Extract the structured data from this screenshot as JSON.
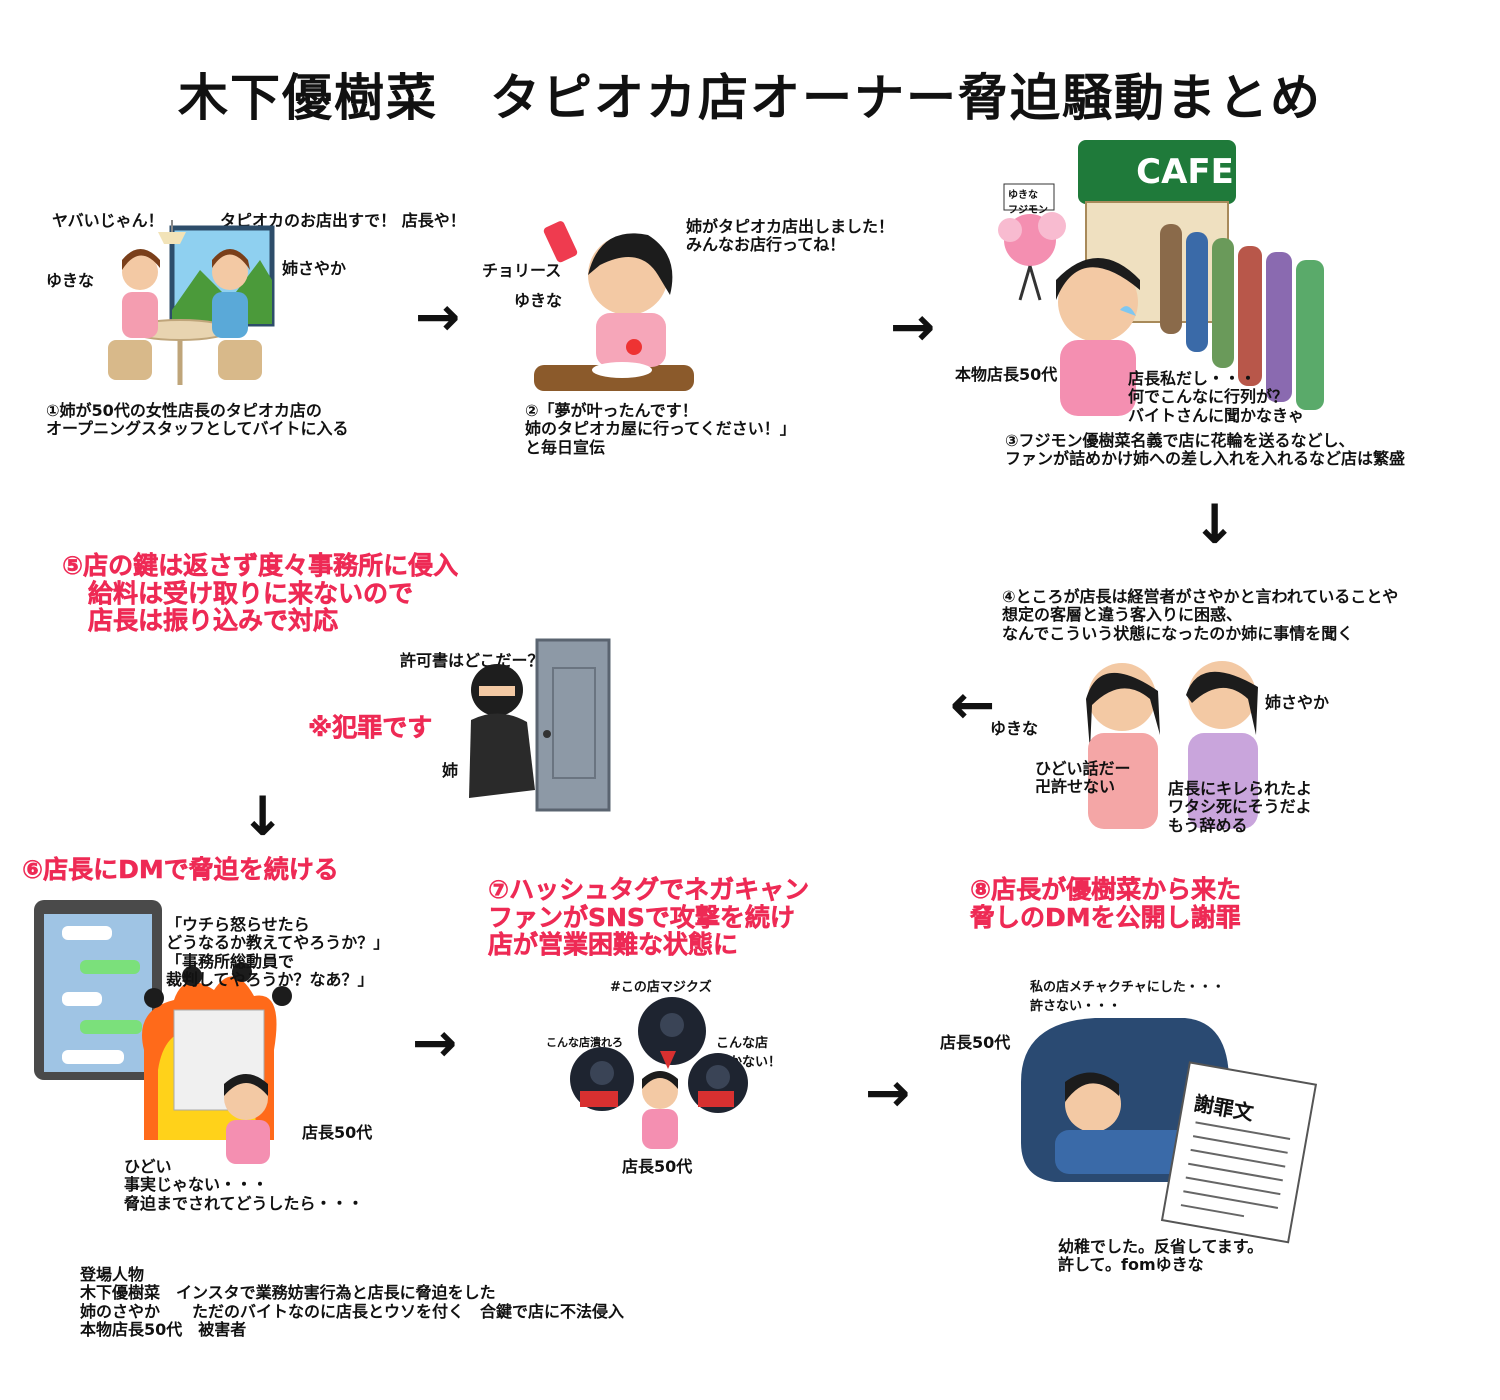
{
  "title": "木下優樹菜　タピオカ店オーナー脅迫騒動まとめ",
  "step1": {
    "speech_left": "ヤバいじゃん！",
    "speech_right": "タピオカのお店出すで！ 店長や！",
    "label_yukina": "ゆきな",
    "label_sayaka": "姉さやか",
    "caption": [
      "①姉が50代の女性店長のタピオカ店の",
      "オープニングスタッフとしてバイトに入る"
    ]
  },
  "step2": {
    "speech": [
      "姉がタピオカ店出しました！",
      "みんなお店行ってね！"
    ],
    "cheese": "チョリース",
    "label_yukina": "ゆきな",
    "caption": [
      "②「夢が叶ったんです！",
      "姉のタピオカ屋に行ってください！」",
      "と毎日宣伝"
    ]
  },
  "step3": {
    "cafe_sign": "CAFE",
    "flower_sign": [
      "ゆきな",
      "フジモン"
    ],
    "label_owner": "本物店長50代",
    "owner_thought": [
      "店長私だし・・・",
      "何でこんなに行列が？",
      "バイトさんに聞かなきゃ"
    ],
    "caption": [
      "③フジモン優樹菜名義で店に花輪を送るなどし、",
      "ファンが詰めかけ姉への差し入れを入れるなど店は繁盛"
    ]
  },
  "step4": {
    "caption": [
      "④ところが店長は経営者がさやかと言われていることや",
      "想定の客層と違う客入りに困惑、",
      "なんでこういう状態になったのか姉に事情を聞く"
    ],
    "label_yukina": "ゆきな",
    "label_sayaka": "姉さやか",
    "yukina_speech": [
      "ひどい話だー",
      "卍許せない"
    ],
    "sayaka_speech": [
      "店長にキレられたよ",
      "ワタシ死にそうだよ",
      "もう辞める"
    ]
  },
  "step5": {
    "heading": [
      "⑤店の鍵は返さず度々事務所に侵入",
      "給料は受け取りに来ないので",
      "店長は振り込みで対応"
    ],
    "speech": "許可書はどこだー？",
    "crime": "※犯罪です",
    "label_sister": "姉"
  },
  "step6": {
    "heading": "⑥店長にDMで脅迫を続ける",
    "dm_text": [
      "「ウチら怒らせたら",
      "どうなるか教えてやろうか？」",
      "「事務所総動員で",
      "裁判してやろうか？なあ？」"
    ],
    "label_owner": "店長50代",
    "owner_speech": [
      "ひどい",
      "事実じゃない・・・",
      "脅迫までされてどうしたら・・・"
    ]
  },
  "step7": {
    "heading": [
      "⑦ハッシュタグでネガキャン",
      "ファンがSNSで攻撃を続け",
      "店が営業困難な状態に"
    ],
    "hashtag": "#この店マジクズ",
    "post_left": "こんな店潰れろ",
    "post_right": [
      "こんな店",
      "行かない！"
    ],
    "label_owner": "店長50代"
  },
  "step8": {
    "heading": [
      "⑧店長が優樹菜から来た",
      "脅しのDMを公開し謝罪"
    ],
    "owner_thought": [
      "私の店メチャクチャにした・・・",
      "許さない・・・"
    ],
    "label_owner": "店長50代",
    "apology_title": "謝罪文",
    "apology_text": [
      "幼稚でした。反省してます。",
      "許して。fomゆきな"
    ]
  },
  "cast": {
    "lines": [
      "登場人物",
      "木下優樹菜　インスタで業務妨害行為と店長に脅迫をした",
      "姉のさやか　　ただのバイトなのに店長とウソを付く　合鍵で店に不法侵入",
      "本物店長50代　被害者"
    ]
  },
  "colors": {
    "accent": "#ee2a55",
    "text": "#111111",
    "cafe_green": "#1f7a3a"
  }
}
